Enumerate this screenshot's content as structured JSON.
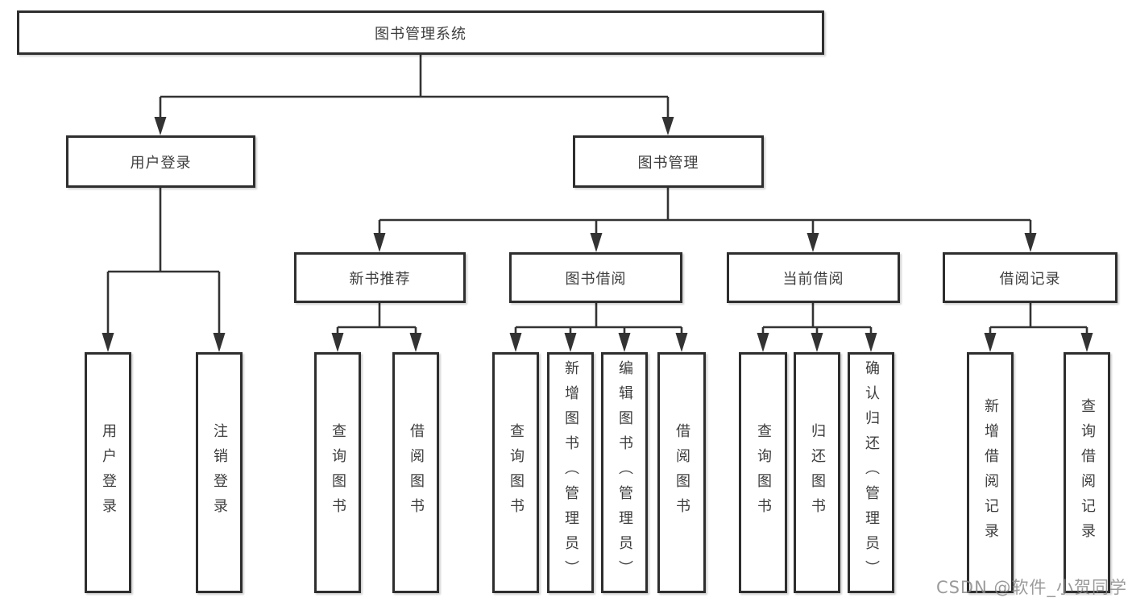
{
  "diagram": {
    "title": "图书管理系统",
    "root": {
      "label": "图书管理系统"
    },
    "level2": [
      {
        "label": "用户登录",
        "parent": "图书管理系统"
      },
      {
        "label": "图书管理",
        "parent": "图书管理系统"
      }
    ],
    "level3": [
      {
        "label": "新书推荐",
        "parent": "图书管理"
      },
      {
        "label": "图书借阅",
        "parent": "图书管理"
      },
      {
        "label": "当前借阅",
        "parent": "图书管理"
      },
      {
        "label": "借阅记录",
        "parent": "图书管理"
      }
    ],
    "leaves": [
      {
        "label": "用户登录",
        "parent": "用户登录"
      },
      {
        "label": "注销登录",
        "parent": "用户登录"
      },
      {
        "label": "查询图书",
        "parent": "新书推荐"
      },
      {
        "label": "借阅图书",
        "parent": "新书推荐"
      },
      {
        "label": "查询图书",
        "parent": "图书借阅"
      },
      {
        "label": "新增图书（管理员）",
        "parent": "图书借阅"
      },
      {
        "label": "编辑图书（管理员）",
        "parent": "图书借阅"
      },
      {
        "label": "借阅图书",
        "parent": "图书借阅"
      },
      {
        "label": "查询图书",
        "parent": "当前借阅"
      },
      {
        "label": "归还图书",
        "parent": "当前借阅"
      },
      {
        "label": "确认归还（管理员）",
        "parent": "当前借阅"
      },
      {
        "label": "新增借阅记录",
        "parent": "借阅记录"
      },
      {
        "label": "查询借阅记录",
        "parent": "借阅记录"
      }
    ]
  },
  "watermark": {
    "text": "CSDN @软件_小贺同学"
  },
  "colors": {
    "line": "#333333",
    "box_border": "#2e2e2e",
    "text": "#3d3d3d",
    "watermark": "#8a8a8a",
    "background": "#ffffff"
  }
}
